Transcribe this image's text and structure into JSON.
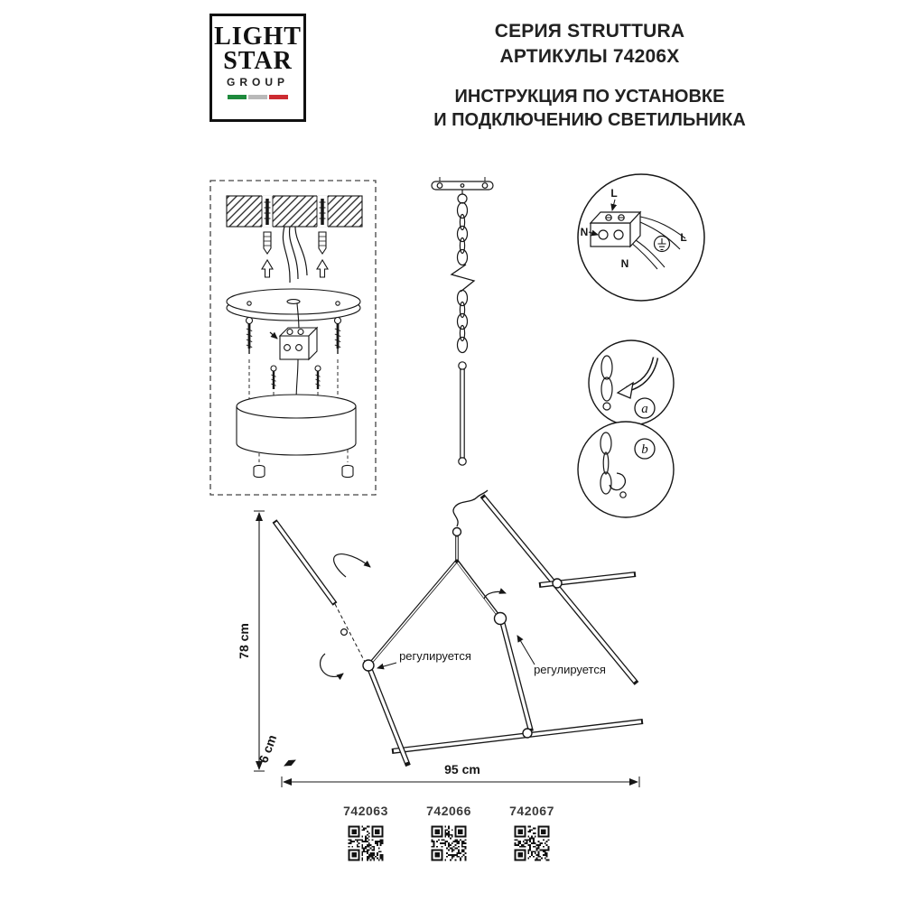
{
  "logo": {
    "line1": "LIGHT",
    "line2": "STAR",
    "line3": "GROUP"
  },
  "header": {
    "series": "СЕРИЯ STRUTTURA",
    "articles": "АРТИКУЛЫ 74206X",
    "instruction_line1": "ИНСТРУКЦИЯ ПО УСТАНОВКЕ",
    "instruction_line2": "И ПОДКЛЮЧЕНИЮ СВЕТИЛЬНИКА"
  },
  "wiring_detail": {
    "label_l_top": "L",
    "label_n_left": "N",
    "label_l_right": "L",
    "label_n_bottom": "N"
  },
  "detail_labels": {
    "a": "a",
    "b": "b"
  },
  "dimensions": {
    "height": "78 cm",
    "width": "95 cm",
    "diameter": "6 cm"
  },
  "annotations": {
    "adjustable_left": "регулируется",
    "adjustable_right": "регулируется"
  },
  "qr_items": [
    {
      "code": "742063"
    },
    {
      "code": "742066"
    },
    {
      "code": "742067"
    }
  ],
  "colors": {
    "ink": "#1a1a1a",
    "flag_green": "#1e8a3c",
    "flag_gray": "#b9b9b9",
    "flag_red": "#cc2b31"
  }
}
